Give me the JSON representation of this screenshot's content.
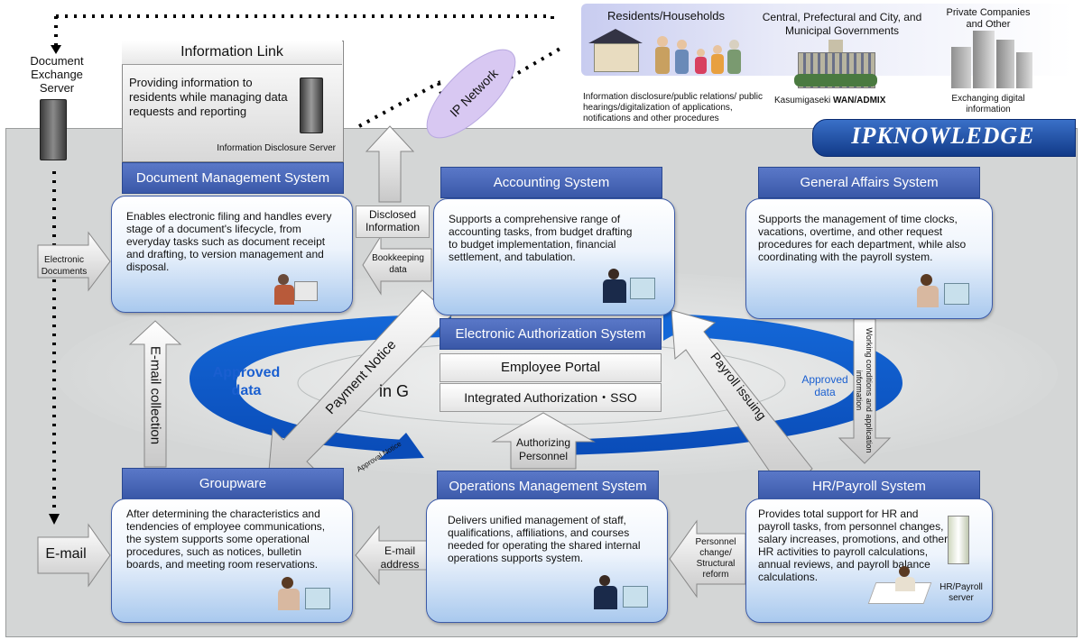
{
  "brand": {
    "logo_text": "IPKNOWLEDGE"
  },
  "external": {
    "doc_exchange_server": "Document Exchange Server",
    "info_link_title": "Information Link",
    "info_link_desc": "Providing information to residents while managing data requests and reporting",
    "info_disclosure_server": "Information Disclosure Server",
    "ip_network": "IP Network",
    "residents_title": "Residents/Households",
    "residents_desc": "Information disclosure/public relations/ public hearings/digitalization of applications, notifications and other procedures",
    "govt_title": "Central, Prefectural and City, and Municipal Governments",
    "govt_wan_prefix": "Kasumigaseki ",
    "govt_wan_bold": "WAN/ADMIX",
    "private_title": "Private Companies and Other",
    "private_desc": "Exchanging digital information"
  },
  "systems": {
    "document": {
      "title": "Document Management System",
      "desc": "Enables electronic filing and handles every stage of a document's lifecycle, from everyday tasks such as document receipt and drafting, to version management and disposal."
    },
    "accounting": {
      "title": "Accounting System",
      "desc": "Supports a comprehensive range of accounting tasks, from budget drafting to budget implementation, financial settlement, and tabulation."
    },
    "general": {
      "title": "General Affairs System",
      "desc": "Supports the management of time clocks, vacations, overtime, and other request procedures for each department, while also coordinating with the payroll system."
    },
    "groupware": {
      "title": "Groupware",
      "desc": "After determining the characteristics and tendencies of employee communications, the system supports some operational procedures, such as notices, bulletin boards, and meeting room reservations."
    },
    "operations": {
      "title": "Operations Management System",
      "desc": "Delivers unified management of staff, qualifications, affiliations, and courses needed for operating the shared internal operations supports system."
    },
    "hr": {
      "title": "HR/Payroll System",
      "desc": "Provides total support for HR and payroll tasks, from personnel changes, salary increases, promotions, and other HR activities to payroll calculations, annual reviews, and payroll balance calculations.",
      "server_label": "HR/Payroll server"
    }
  },
  "center": {
    "authorization": "Electronic Authorization System",
    "portal": "Employee Portal",
    "sso": "Integrated Authorization・SSO",
    "in_g": "in G"
  },
  "flows": {
    "electronic_documents": "Electronic Documents",
    "disclosed_information": "Disclosed Information",
    "bookkeeping_data": "Bookkeeping data",
    "email_collection": "E-mail collection",
    "email": "E-mail",
    "payment_notice": "Payment Notice",
    "payroll_issuing": "Payroll issuing",
    "working_conditions": "Working conditions and application information",
    "approved_data_left": "Approved data",
    "approved_data_right": "Approved data",
    "approval_notice": "Approval Notice",
    "authorizing_personnel": "Authorizing Personnel",
    "email_address": "E-mail address",
    "personnel_change": "Personnel change/ Structural reform"
  },
  "colors": {
    "title_blue": "#3a58a8",
    "approved_blue": "#1a5fd0",
    "logo_bg": "#1f4fa0"
  }
}
